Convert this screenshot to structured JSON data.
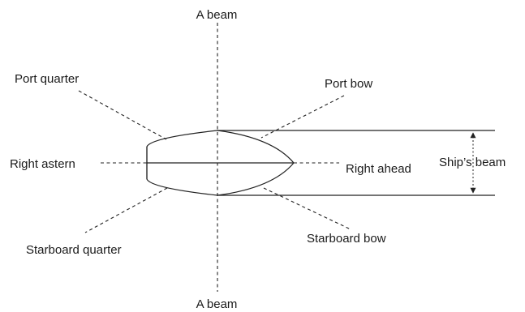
{
  "labels": {
    "beam_top": "A beam",
    "beam_bottom": "A beam",
    "port_quarter": "Port quarter",
    "port_bow": "Port bow",
    "right_astern": "Right astern",
    "right_ahead": "Right ahead",
    "ships_beam": "Ship’s beam",
    "starboard_quarter": "Starboard quarter",
    "starboard_bow": "Starboard bow"
  }
}
